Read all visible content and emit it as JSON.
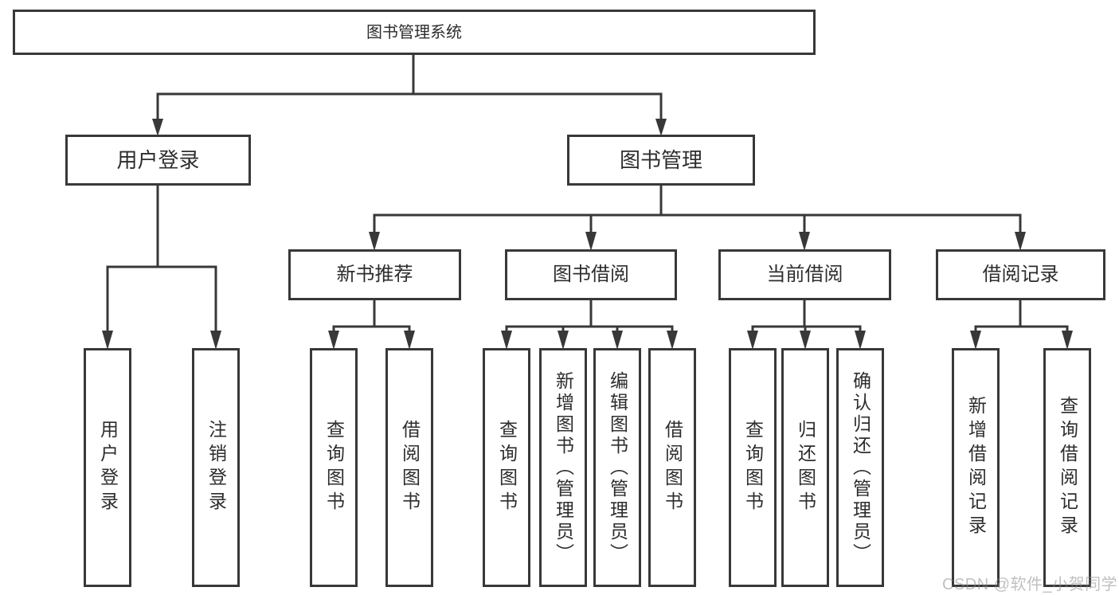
{
  "diagram": {
    "colors": {
      "line": "#383838",
      "border": "#383838",
      "text": "#2d2d2d",
      "background": "#ffffff",
      "watermark_gray": "#c4c4c4"
    },
    "tree": {
      "label": "图书管理系统",
      "children": [
        {
          "label": "用户登录",
          "children": [
            {
              "label": "用户登录"
            },
            {
              "label": "注销登录"
            }
          ]
        },
        {
          "label": "图书管理",
          "children": [
            {
              "label": "新书推荐",
              "children": [
                {
                  "label": "查询图书"
                },
                {
                  "label": "借阅图书"
                }
              ]
            },
            {
              "label": "图书借阅",
              "children": [
                {
                  "label": "查询图书"
                },
                {
                  "label": "新增图书（管理员）"
                },
                {
                  "label": "编辑图书（管理员）"
                },
                {
                  "label": "借阅图书"
                }
              ]
            },
            {
              "label": "当前借阅",
              "children": [
                {
                  "label": "查询图书"
                },
                {
                  "label": "归还图书"
                },
                {
                  "label": "确认归还（管理员）"
                }
              ]
            },
            {
              "label": "借阅记录",
              "children": [
                {
                  "label": "新增借阅记录"
                },
                {
                  "label": "查询借阅记录"
                }
              ]
            }
          ]
        }
      ]
    },
    "watermark": "CSDN @软件_小贺同学"
  }
}
